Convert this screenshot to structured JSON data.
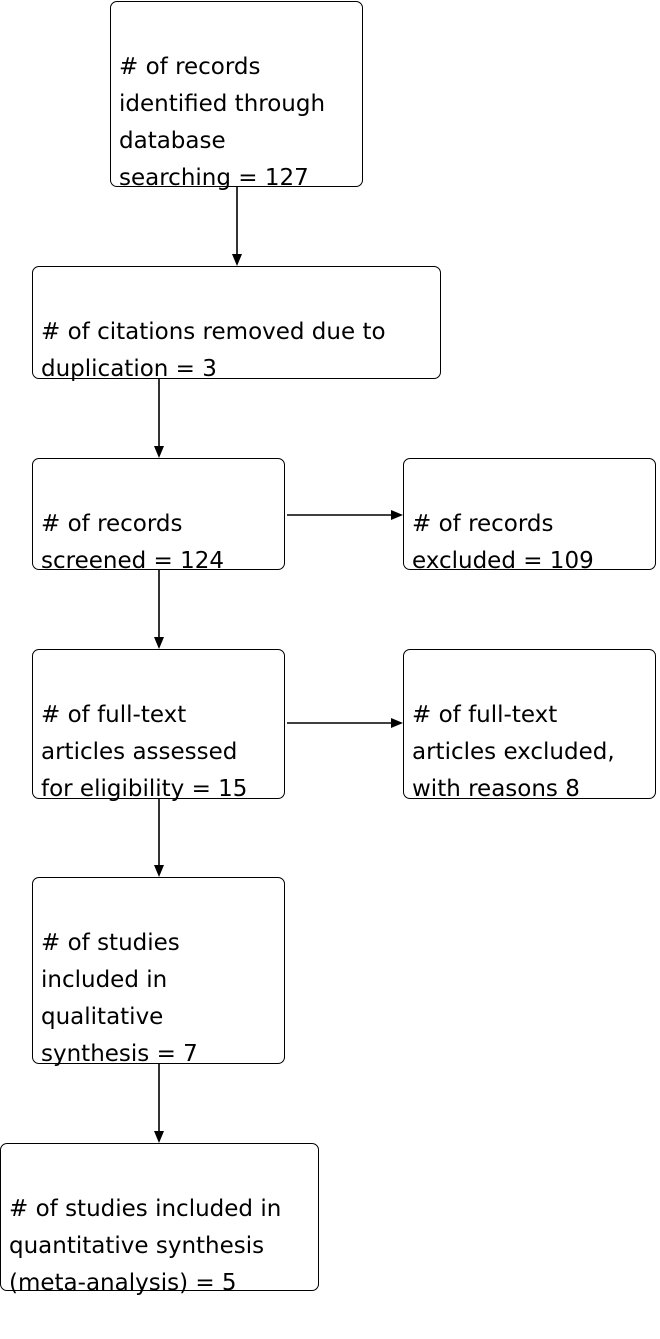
{
  "flowchart": {
    "nodes": [
      {
        "id": "identified",
        "text": "# of records\nidentified through\ndatabase\nsearching = 127"
      },
      {
        "id": "duplicates",
        "text": "# of citations removed due to\nduplication = 3"
      },
      {
        "id": "screened",
        "text": "# of records\nscreened = 124"
      },
      {
        "id": "excluded",
        "text": "# of records\nexcluded = 109"
      },
      {
        "id": "assessed",
        "text": "# of full-text\narticles assessed\nfor eligibility = 15"
      },
      {
        "id": "fulltext-excluded",
        "text": "# of full-text\narticles excluded,\nwith reasons 8"
      },
      {
        "id": "qualitative",
        "text": "# of studies\nincluded in\nqualitative\nsynthesis = 7"
      },
      {
        "id": "quantitative",
        "text": "# of studies included in\nquantitative synthesis\n(meta-analysis) = 5"
      }
    ],
    "edges": [
      {
        "from": "identified",
        "to": "duplicates"
      },
      {
        "from": "duplicates",
        "to": "screened"
      },
      {
        "from": "screened",
        "to": "excluded"
      },
      {
        "from": "screened",
        "to": "assessed"
      },
      {
        "from": "assessed",
        "to": "fulltext-excluded"
      },
      {
        "from": "assessed",
        "to": "qualitative"
      },
      {
        "from": "qualitative",
        "to": "quantitative"
      }
    ]
  }
}
